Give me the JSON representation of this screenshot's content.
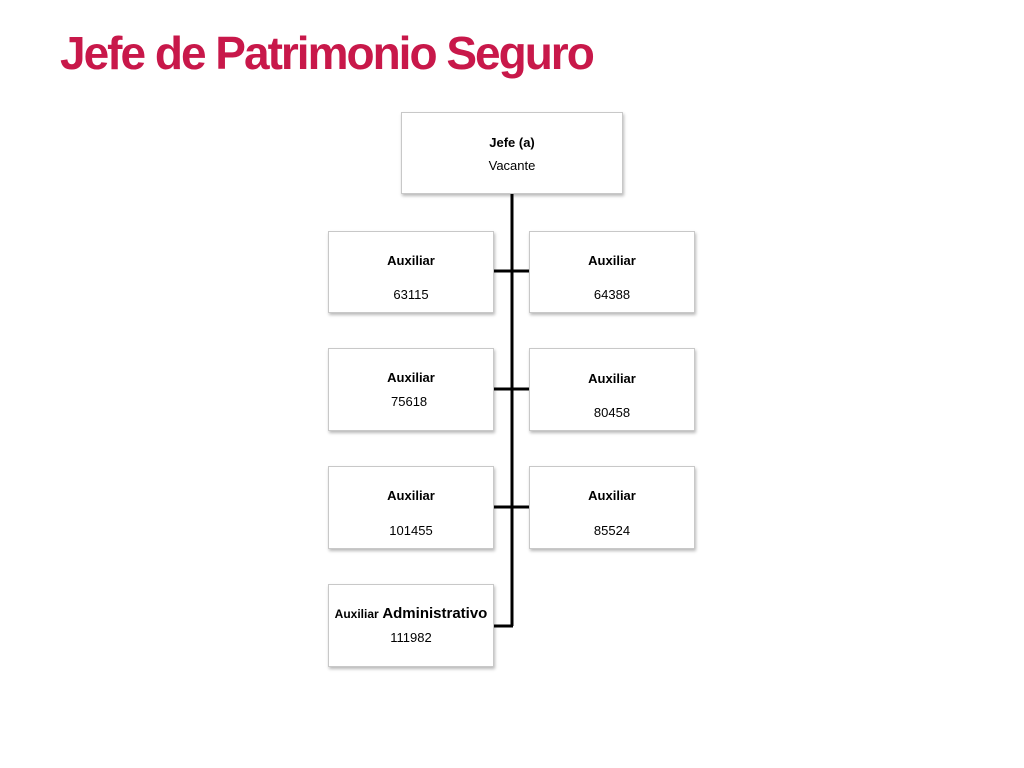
{
  "title": "Jefe de Patrimonio Seguro",
  "colors": {
    "title": "#c8184a",
    "connector": "#000000"
  },
  "chart": {
    "root": {
      "role": "Jefe (a)",
      "value": "Vacante"
    },
    "left": [
      {
        "role": "Auxiliar",
        "value": "63115"
      },
      {
        "role": "Auxiliar",
        "value": "75618"
      },
      {
        "role": "Auxiliar",
        "value": "101455"
      },
      {
        "role_prefix": "Auxiliar",
        "role_suffix": "Administrativo",
        "value": "111982"
      }
    ],
    "right": [
      {
        "role": "Auxiliar",
        "value": "64388"
      },
      {
        "role": "Auxiliar",
        "value": "80458"
      },
      {
        "role": "Auxiliar",
        "value": "85524"
      }
    ]
  }
}
